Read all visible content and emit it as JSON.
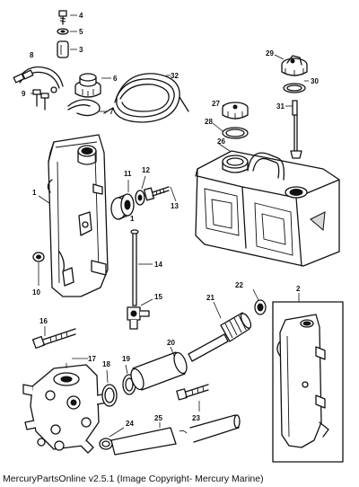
{
  "footer": {
    "copyright": "MercuryPartsOnline v2.5.1 (Image Copyright- Mercury Marine)"
  },
  "callouts": {
    "c1": "1",
    "c1b": "1",
    "c2": "2",
    "c3": "3",
    "c4": "4",
    "c5": "5",
    "c6": "6",
    "c7": "7",
    "c8": "8",
    "c9": "9",
    "c10": "10",
    "c11": "11",
    "c12": "12",
    "c13": "13",
    "c14": "14",
    "c15": "15",
    "c16": "16",
    "c17": "17",
    "c18": "18",
    "c19": "19",
    "c20": "20",
    "c21": "21",
    "c22": "22",
    "c23": "23",
    "c24": "24",
    "c25": "25",
    "c26": "26",
    "c27": "27",
    "c28": "28",
    "c29": "29",
    "c30": "30",
    "c31": "31",
    "c32": "32"
  },
  "colors": {
    "line": "#111111",
    "background": "#ffffff",
    "shade": "#d8d8d8"
  }
}
